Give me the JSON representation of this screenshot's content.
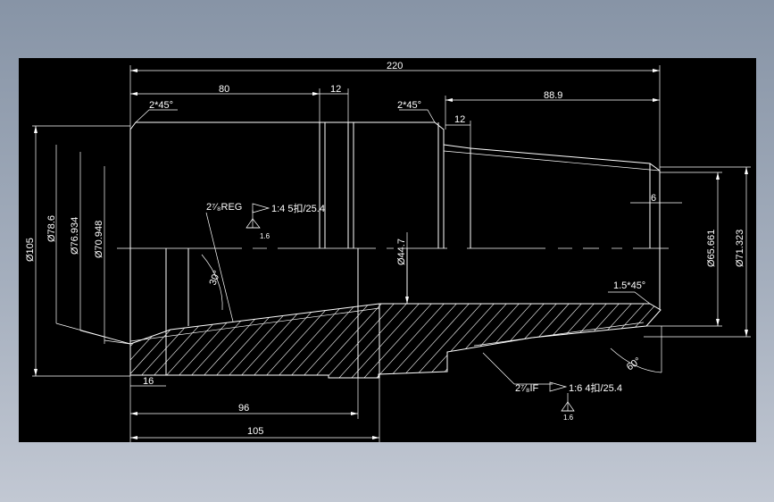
{
  "colors": {
    "background": "#8f9aab",
    "canvas": "#000000",
    "line": "#ffffff"
  },
  "dimensions": {
    "overall_length": "220",
    "length_80": "80",
    "groove_12_left": "12",
    "chamfer_left": "2*45°",
    "chamfer_mid": "2*45°",
    "groove_12_right": "12",
    "length_88_9": "88.9",
    "dia_105": "Ø105",
    "dia_78_6": "Ø78.6",
    "dia_76_934": "Ø76.934",
    "dia_70_948": "Ø70.948",
    "dia_44_7": "Ø44.7",
    "dia_65_661": "Ø65.661",
    "dia_71_323": "Ø71.323",
    "length_6": "6",
    "angle_30": "30°",
    "chamfer_right": "1.5*45°",
    "angle_60": "60°",
    "length_16": "16",
    "length_96": "96",
    "length_105": "105"
  },
  "threads": {
    "left_name": "2⁷⁄₈REG",
    "left_spec": "1:4 5扣/25.4",
    "left_roughness": "1.6",
    "right_name": "2⁷⁄₈IF",
    "right_spec": "1:6 4扣/25.4",
    "right_roughness": "1.6"
  }
}
